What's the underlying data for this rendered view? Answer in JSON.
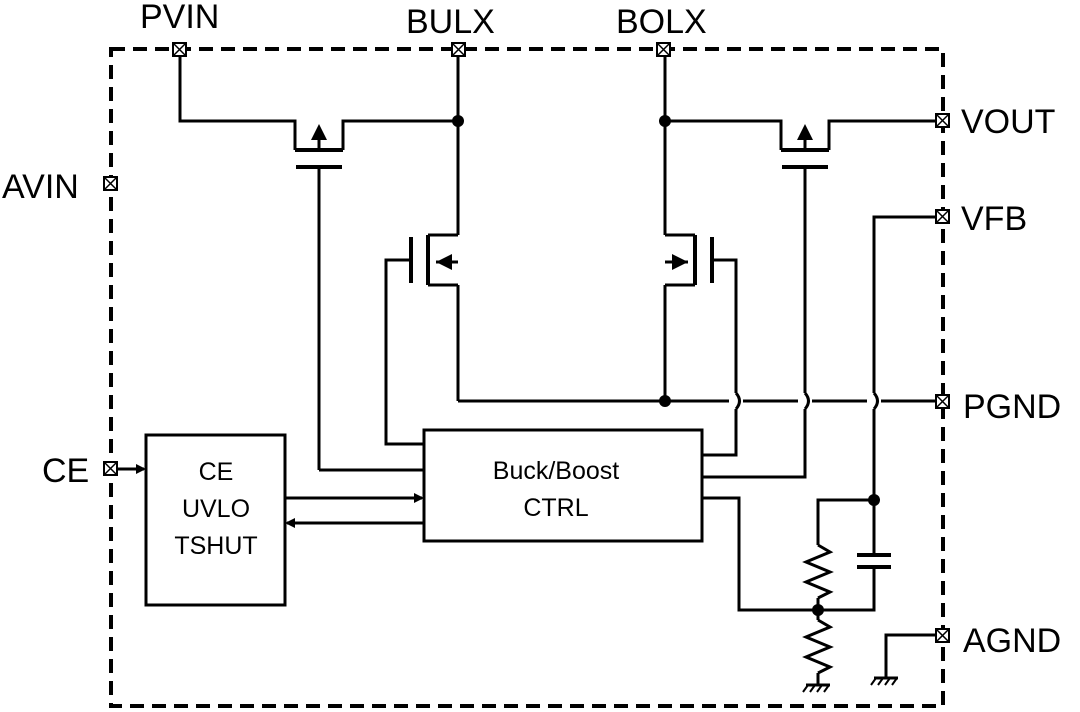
{
  "pins": {
    "pvin": "PVIN",
    "bulx": "BULX",
    "bolx": "BOLX",
    "vout": "VOUT",
    "avin": "AVIN",
    "vfb": "VFB",
    "pgnd": "PGND",
    "ce": "CE",
    "agnd": "AGND"
  },
  "blocks": {
    "ce_block": {
      "line1": "CE",
      "line2": "UVLO",
      "line3": "TSHUT"
    },
    "ctrl_block": {
      "line1": "Buck/Boost",
      "line2": "CTRL"
    }
  }
}
